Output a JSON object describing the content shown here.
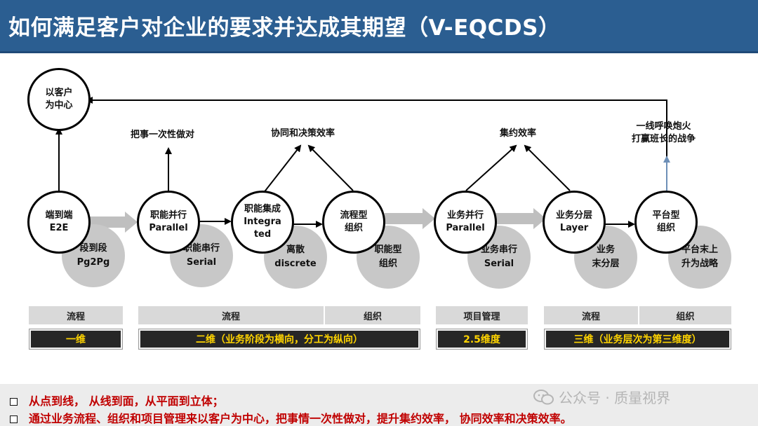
{
  "header": {
    "title": "如何满足客户对企业的要求并达成其期望（V-EQCDS）"
  },
  "diagram": {
    "customer_center": [
      "以客户",
      "为中心"
    ],
    "e2e": [
      "端到端",
      "E2E"
    ],
    "pg2pg": [
      "段到段",
      "Pg2Pg"
    ],
    "parallel_1": [
      "职能并行",
      "Parallel"
    ],
    "serial_1": [
      "职能串行",
      "Serial"
    ],
    "integrated": [
      "职能集成",
      "Integra",
      "ted"
    ],
    "discrete": [
      "离散",
      "discrete"
    ],
    "process_org": [
      "流程型",
      "组织"
    ],
    "functional_org": [
      "职能型",
      "组织"
    ],
    "parallel_2": [
      "业务并行",
      "Parallel"
    ],
    "serial_2": [
      "业务串行",
      "Serial"
    ],
    "layer": [
      "业务分层",
      "Layer"
    ],
    "end_layer": [
      "业务",
      "末分层"
    ],
    "platform_org": [
      "平台型",
      "组织"
    ],
    "platform_strategy": [
      "平台末上",
      "升为战略"
    ],
    "label_one_time": "把事一次性做对",
    "label_coordination": "协同和决策效率",
    "label_intensive": "集约效率",
    "label_frontline": [
      "一线呼唤炮火",
      "打赢班长的战争"
    ]
  },
  "table": {
    "headers": [
      "流程",
      "流程",
      "组织",
      "项目管理",
      "流程",
      "组织"
    ],
    "dimensions": [
      "一维",
      "二维（业务阶段为横向，分工为纵向）",
      "2.5维度",
      "三维（业务层次为第三维度）"
    ]
  },
  "footer": {
    "line1": "从点到线，  从线到面，从平面到立体；",
    "line2": "通过业务流程、组织和项目管理来以客户为中心，把事情一次性做对，提升集约效率，  协同效率和决策效率。",
    "watermark": "公众号 · 质量视界"
  },
  "colors": {
    "banner": "#2b5e91",
    "dimension_text": "#ffd400",
    "footer_text": "#c00000"
  }
}
